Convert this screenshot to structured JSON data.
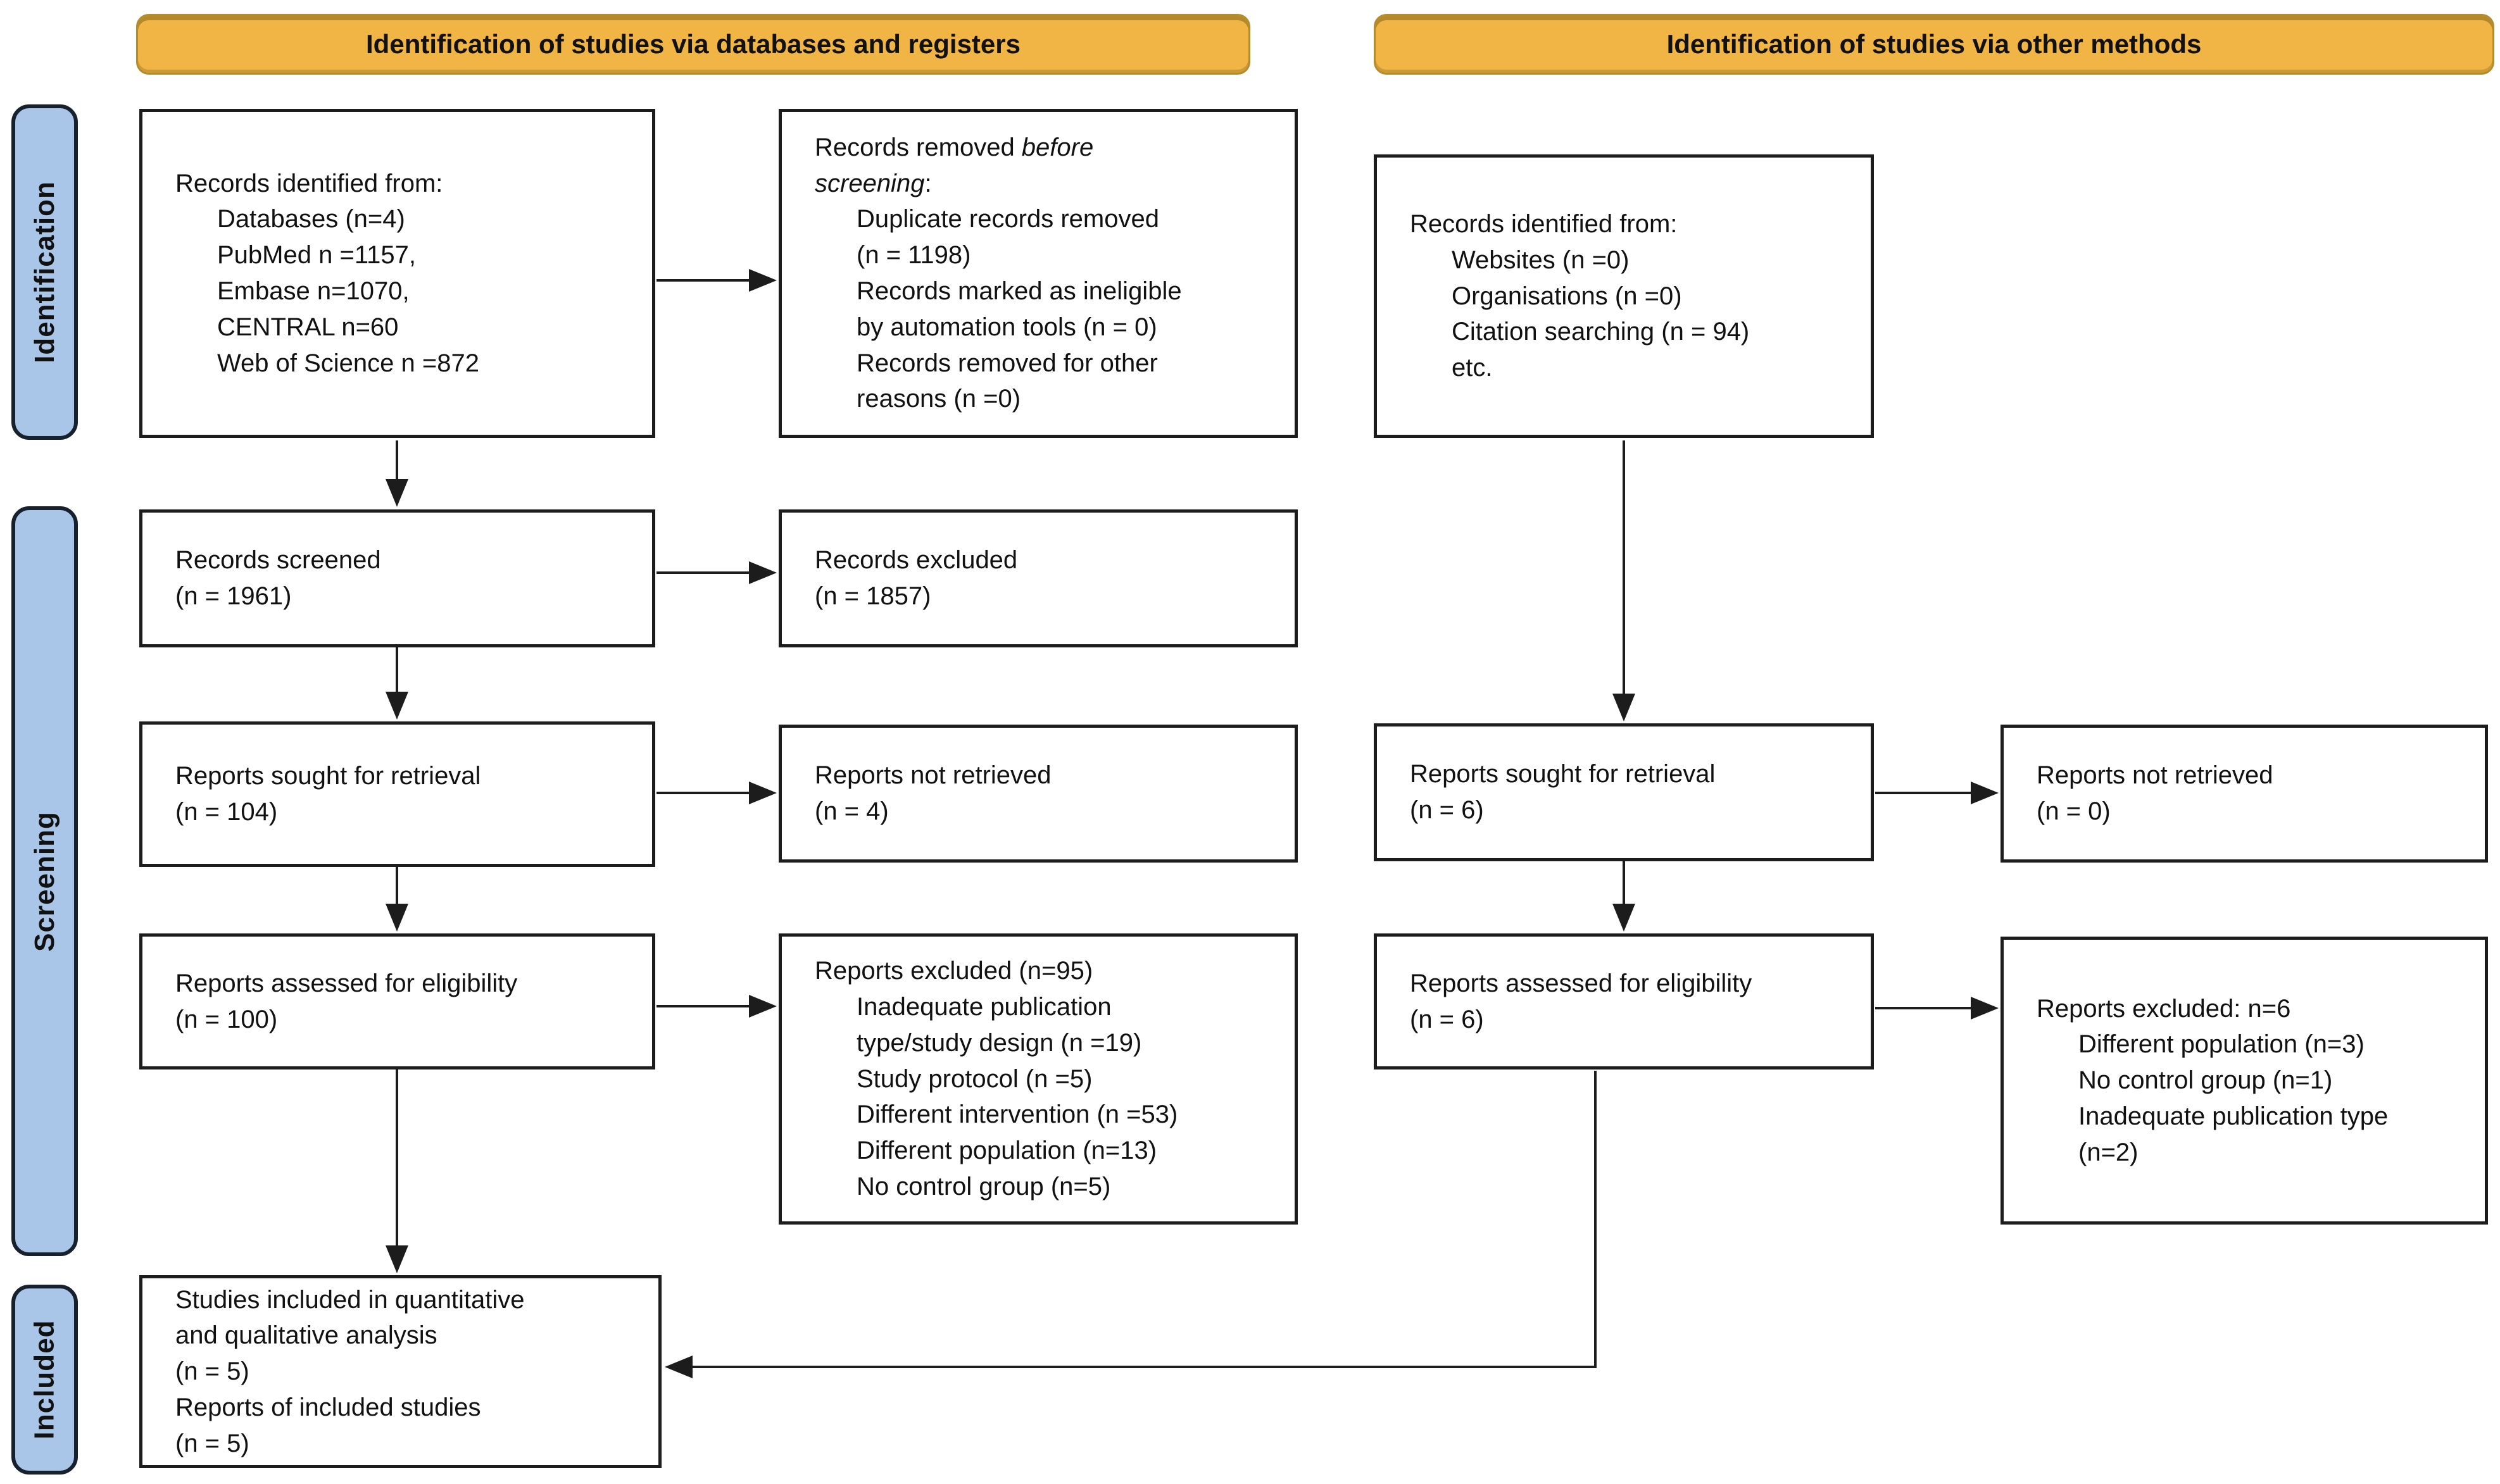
{
  "banners": {
    "left": "Identification of studies via databases and registers",
    "right": "Identification of studies via other methods"
  },
  "sidebar": [
    {
      "label": "Identification"
    },
    {
      "label": "Screening"
    },
    {
      "label": "Included"
    }
  ],
  "colors": {
    "banner": "#F0B545",
    "sidebar": "#A9C6E8",
    "border": "#1c1c1c",
    "arrow": "#1c1c1c"
  },
  "boxes": {
    "records_identified_db": {
      "title": "Records identified from:",
      "items": [
        "Databases (n=4)",
        "PubMed n =1157,",
        "Embase n=1070,",
        "CENTRAL n=60",
        "Web of Science n =872"
      ]
    },
    "records_removed": {
      "title_pre": "Records removed ",
      "title_italic": "before\nscreening",
      "title_post": ":",
      "items": [
        "Duplicate records removed\n(n = 1198)",
        "Records marked as ineligible\nby automation tools (n = 0)",
        "Records removed for other\nreasons (n =0)"
      ]
    },
    "records_identified_other": {
      "title": "Records identified from:",
      "items": [
        "Websites (n =0)",
        "Organisations (n =0)",
        "Citation searching (n = 94)",
        "etc."
      ]
    },
    "records_screened": {
      "text": "Records screened\n(n = 1961)"
    },
    "records_excluded": {
      "text": "Records excluded\n(n = 1857)"
    },
    "reports_sought_db": {
      "text": "Reports sought for retrieval\n(n = 104)"
    },
    "reports_not_retrieved_db": {
      "text": "Reports not retrieved\n(n = 4)"
    },
    "reports_sought_other": {
      "text": "Reports sought for retrieval\n(n = 6)"
    },
    "reports_not_retrieved_other": {
      "text": "Reports not retrieved\n(n = 0)"
    },
    "reports_assessed_db": {
      "text": "Reports assessed for eligibility\n(n = 100)"
    },
    "reports_excluded_db": {
      "title": "Reports excluded (n=95)",
      "items": [
        "Inadequate publication\ntype/study design (n =19)",
        "Study protocol (n =5)",
        "Different intervention (n =53)",
        "Different population (n=13)",
        "No control group (n=5)"
      ]
    },
    "reports_assessed_other": {
      "text": "Reports assessed for eligibility\n(n = 6)"
    },
    "reports_excluded_other": {
      "title": "Reports excluded: n=6",
      "items": [
        "Different population (n=3)",
        "No control group (n=1)",
        "Inadequate publication type\n(n=2)"
      ]
    },
    "studies_included": {
      "text": "Studies included in quantitative\nand qualitative analysis\n(n = 5)\nReports of included studies\n(n = 5)"
    }
  }
}
